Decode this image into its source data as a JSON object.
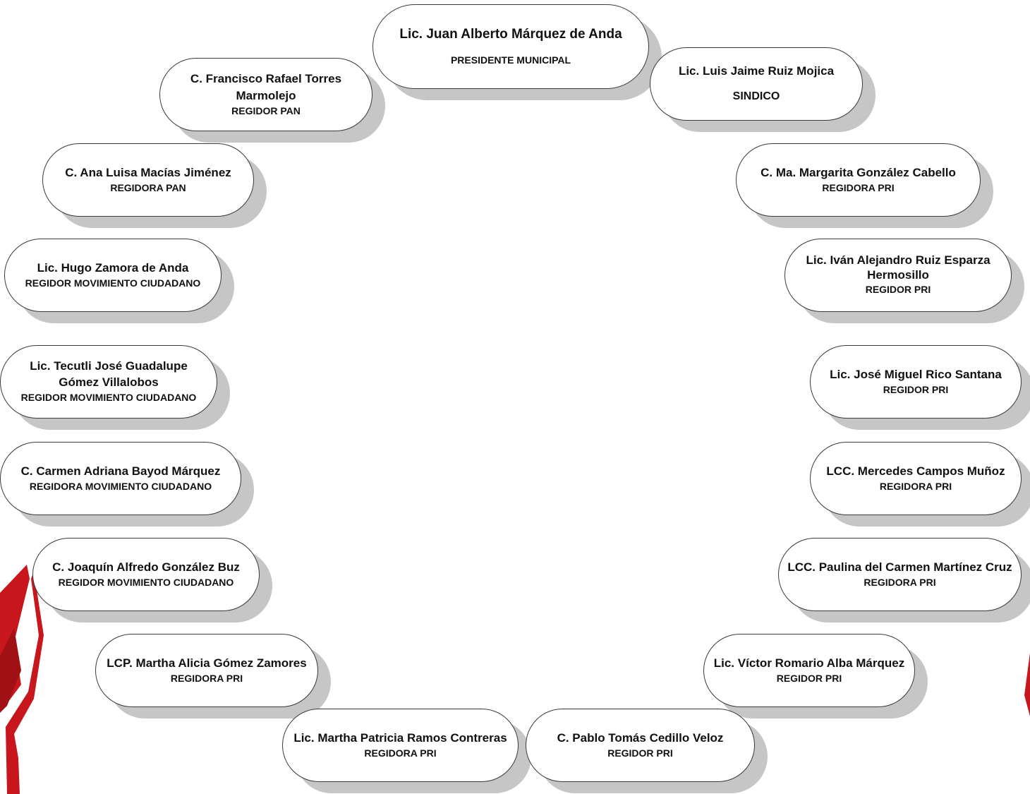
{
  "colors": {
    "accent_red": "#c8161d",
    "accent_dark_red": "#a01015",
    "shadow": "#c6c6c6"
  },
  "members": [
    {
      "name": "Lic. Juan Alberto Márquez de Anda",
      "role": "PRESIDENTE  MUNICIPAL"
    },
    {
      "name": "Lic. Luis Jaime Ruiz Mojica",
      "role": "SINDICO"
    },
    {
      "name": "C. Francisco Rafael Torres Marmolejo",
      "role": "REGIDOR  PAN"
    },
    {
      "name": "C. Ana Luisa Macías Jiménez",
      "role": "REGIDORA  PAN"
    },
    {
      "name": "C. Ma. Margarita González Cabello",
      "role": "REGIDORA  PRI"
    },
    {
      "name": "Lic. Hugo Zamora de Anda",
      "role": "REGIDOR MOVIMIENTO CIUDADANO"
    },
    {
      "name": "Lic. Iván Alejandro Ruiz Esparza Hermosillo",
      "role": "REGIDOR  PRI"
    },
    {
      "name": "Lic. Tecutli José Guadalupe Gómez Villalobos",
      "role": "REGIDOR MOVIMIENTO CIUDADANO"
    },
    {
      "name": "Lic. José Miguel Rico Santana",
      "role": "REGIDOR  PRI"
    },
    {
      "name": "C. Carmen Adriana Bayod Márquez",
      "role": "REGIDORA MOVIMIENTO CIUDADANO"
    },
    {
      "name": "LCC. Mercedes Campos Muñoz",
      "role": "REGIDORA  PRI"
    },
    {
      "name": "C. Joaquín Alfredo González Buz",
      "role": "REGIDOR MOVIMIENTO CIUDADANO"
    },
    {
      "name": "LCC. Paulina del Carmen Martínez Cruz",
      "role": "REGIDORA  PRI"
    },
    {
      "name": "LCP. Martha Alicia Gómez Zamores",
      "role": "REGIDORA  PRI"
    },
    {
      "name": "Lic. Víctor Romario Alba Márquez",
      "role": "REGIDOR  PRI"
    },
    {
      "name": "Lic. Martha Patricia Ramos Contreras",
      "role": "REGIDORA  PRI"
    },
    {
      "name": "C. Pablo Tomás Cedillo Veloz",
      "role": "REGIDOR  PRI"
    }
  ]
}
